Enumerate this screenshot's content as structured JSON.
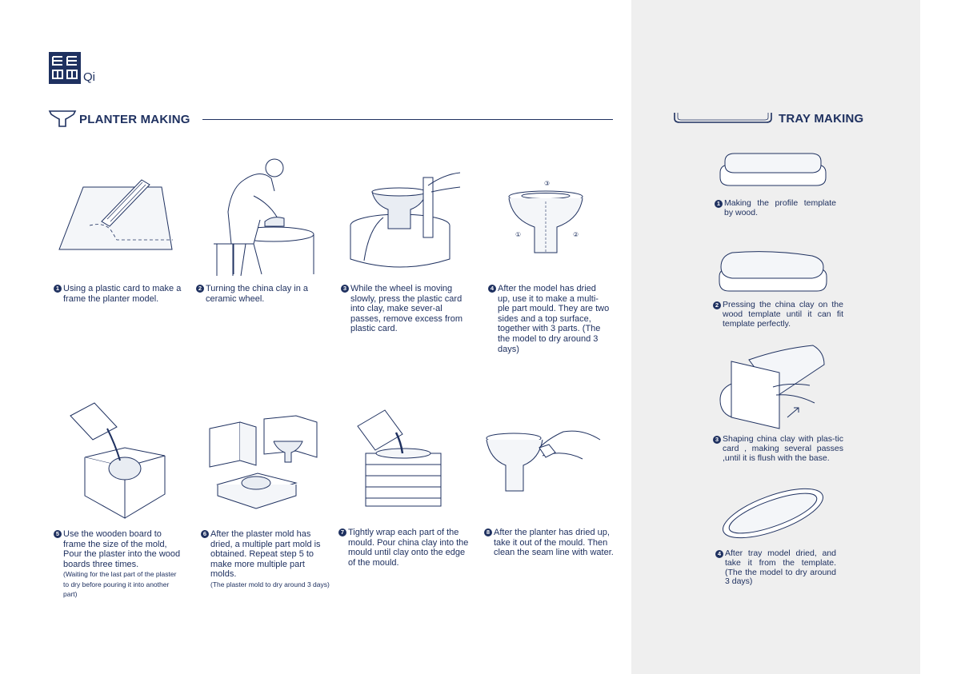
{
  "brand": {
    "name": "Qi"
  },
  "planter": {
    "title": "PLANTER MAKING",
    "steps": [
      {
        "num": "1",
        "text": "Using a plastic card to make a frame the planter model."
      },
      {
        "num": "2",
        "text": "Turning the china clay in a ceramic wheel."
      },
      {
        "num": "3",
        "text": "While the wheel is moving slowly, press the plastic card into clay, make sever-al passes, remove excess from plastic card."
      },
      {
        "num": "4",
        "text": "After the model has dried up, use it to make a multi-ple part mould. They are two sides and a top surface, together with 3 parts.  (The the model to dry around 3 days)"
      },
      {
        "num": "5",
        "text": "Use the wooden board to frame the size of the mold, Pour the plaster into the wood boards three times.",
        "note": "(Waiting for the last part of the plaster to dry before pouring it into another part)"
      },
      {
        "num": "6",
        "text": "After the plaster mold has dried, a multiple part mold is obtained. Repeat step 5 to make more multiple part molds.",
        "note": "(The plaster mold to dry around 3 days)"
      },
      {
        "num": "7",
        "text": "Tightly wrap each part of the mould. Pour china clay into the mould until clay onto the edge of the mould."
      },
      {
        "num": "8",
        "text": "After the planter has dried up, take it out of the mould. Then clean the seam line with water."
      }
    ],
    "mould_labels": [
      "③",
      "①",
      "②"
    ]
  },
  "tray": {
    "title": "TRAY MAKING",
    "steps": [
      {
        "num": "1",
        "text": "Making the profile template by wood."
      },
      {
        "num": "2",
        "text": "Pressing the china clay on the wood template until it can fit template perfectly."
      },
      {
        "num": "3",
        "text": "Shaping china clay with plas-tic card , making several passes ,until it is flush with the base."
      },
      {
        "num": "4",
        "text": "After tray model dried, and take it from the template. (The the model to dry around 3 days)"
      }
    ]
  },
  "colors": {
    "navy": "#1f3160",
    "panel": "#efefef"
  }
}
